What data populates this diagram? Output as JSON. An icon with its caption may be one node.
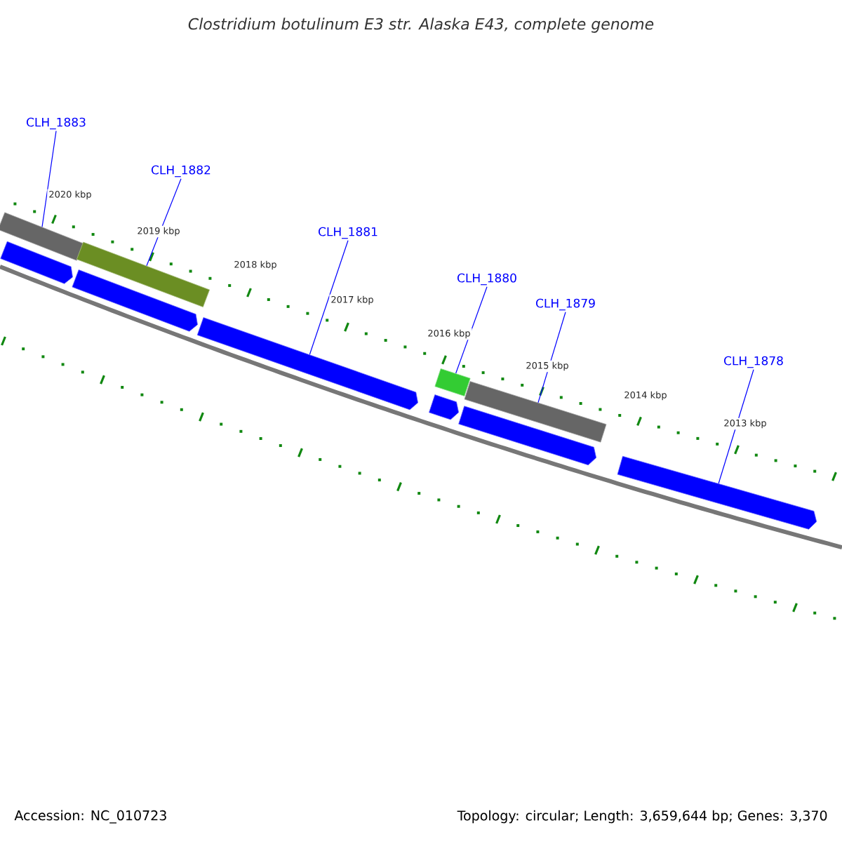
{
  "diagram": {
    "title": "Clostridium botulinum E3 str. Alaska E43, complete genome",
    "nodes": [
      {
        "text": [
          "CLH_1883"
        ]
      },
      {
        "text": [
          "CLH_1882"
        ]
      },
      {
        "text": [
          "CLH_1881"
        ]
      },
      {
        "text": [
          "CLH_1880"
        ]
      },
      {
        "text": [
          "CLH_1879"
        ]
      },
      {
        "text": [
          "CLH_1878"
        ]
      },
      {
        "text": [],
        "shape": "bar"
      },
      {
        "text": [],
        "shape": "arrow"
      },
      {
        "text": [],
        "shape": "arrow"
      },
      {
        "text": [],
        "shape": "bar"
      },
      {
        "text": [],
        "shape": "arrow"
      },
      {
        "text": [],
        "shape": "arrow"
      },
      {
        "text": [],
        "shape": "bar"
      },
      {
        "text": [],
        "shape": "arrow"
      },
      {
        "text": [],
        "shape": "bar"
      },
      {
        "text": [],
        "shape": "arrow"
      }
    ],
    "edges": [
      {
        "from": 0,
        "to": 6,
        "arrow": "none"
      },
      {
        "from": 1,
        "to": 9,
        "arrow": "none"
      },
      {
        "from": 2,
        "to": 10,
        "arrow": "none"
      },
      {
        "from": 3,
        "to": 12,
        "arrow": "none"
      },
      {
        "from": 4,
        "to": 14,
        "arrow": "none"
      },
      {
        "from": 5,
        "to": 15,
        "arrow": "none"
      }
    ],
    "labels": [
      "2020 kbp",
      "2019 kbp",
      "2018 kbp",
      "2017 kbp",
      "2016 kbp",
      "2015 kbp",
      "2014 kbp",
      "2013 kbp",
      "Accession: NC_010723",
      "Topology: circular; Length: 3,659,644 bp; Genes: 3,370"
    ]
  }
}
